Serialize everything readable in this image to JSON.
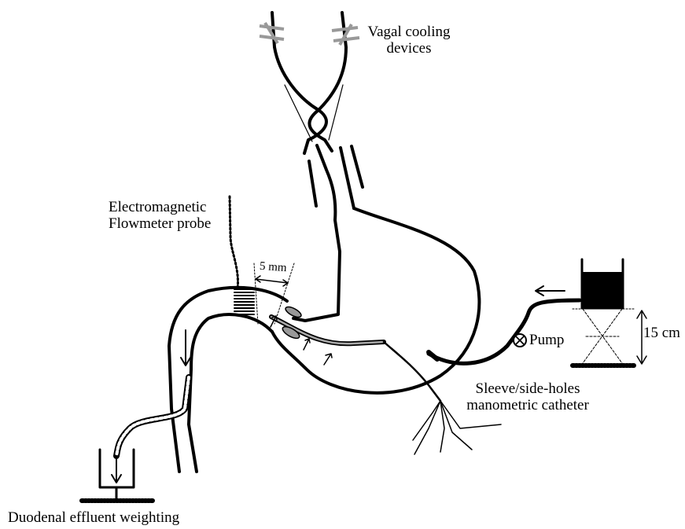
{
  "labels": {
    "vagal_line1": "Vagal cooling",
    "vagal_line2": "devices",
    "flowmeter_line1": "Electromagnetic",
    "flowmeter_line2": "Flowmeter probe",
    "distance": "5 mm",
    "pump": "Pump",
    "height": "15 cm",
    "catheter_line1": "Sleeve/side-holes",
    "catheter_line2": "manometric catheter",
    "effluent": "Duodenal effluent weighting"
  },
  "colors": {
    "ink": "#000000",
    "device_gray": "#999999",
    "sleeve_gray": "#aaaaaa"
  }
}
